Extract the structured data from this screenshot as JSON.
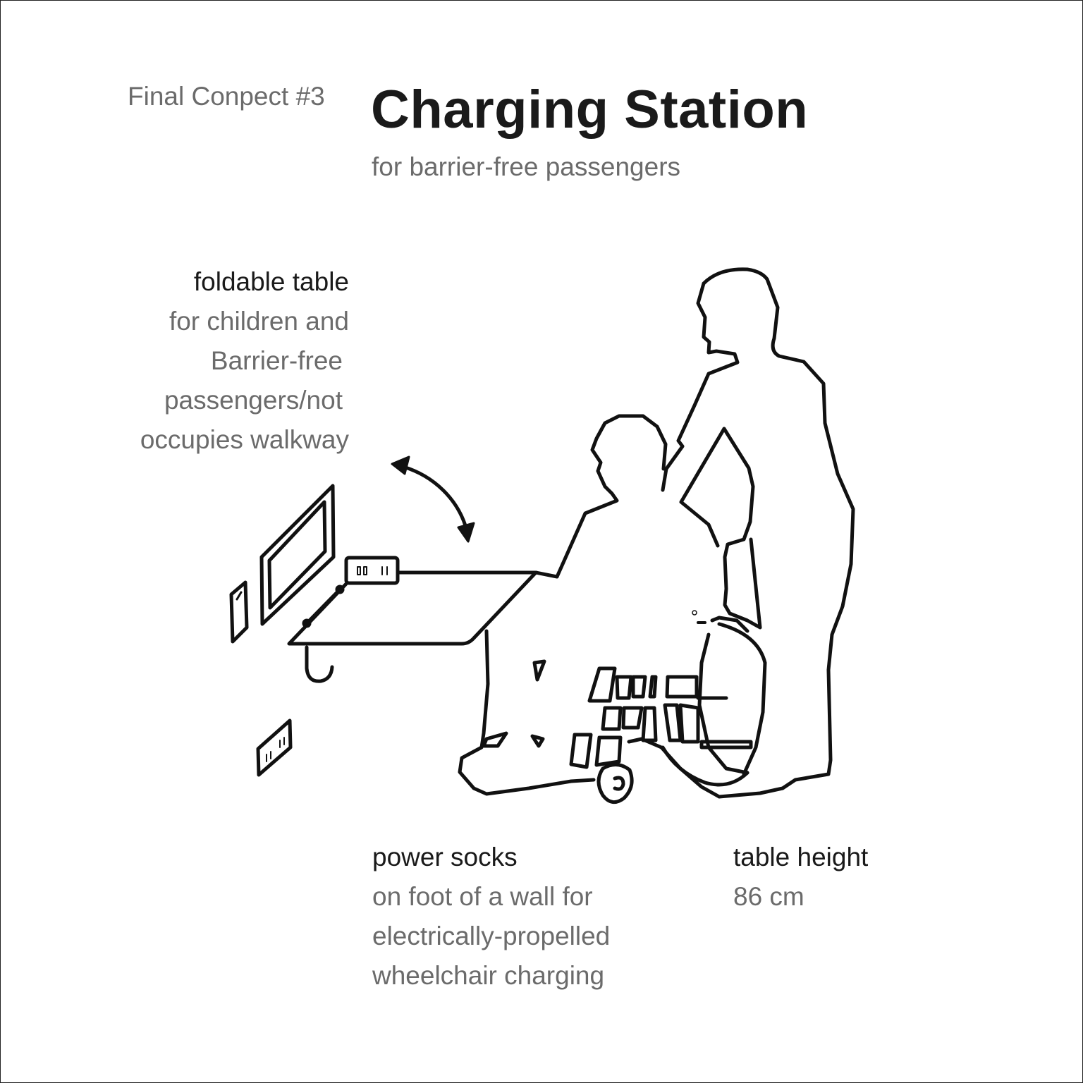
{
  "header": {
    "concept_label": "Final Conpect #3",
    "title": "Charging Station",
    "subtitle": "for barrier-free passengers"
  },
  "annotations": {
    "foldable_table": {
      "heading": "foldable table",
      "lines": [
        "for children and",
        "Barrier-free",
        "passengers/not",
        "occupies walkway"
      ]
    },
    "power_socks": {
      "heading": "power socks",
      "lines": [
        "on foot of a wall for",
        "electrically-propelled",
        "wheelchair charging"
      ]
    },
    "table_height": {
      "heading": "table height",
      "value": "86 cm"
    }
  },
  "illustration": {
    "stroke_color": "#111111",
    "fill_color": "#ffffff",
    "elements": [
      "wall-mounted-screen-icon",
      "phone-holder-icon",
      "usb-charger-icon",
      "foldable-table-icon",
      "table-hook-icon",
      "floor-socket-icon",
      "fold-arrow-icon",
      "wheelchair-user-silhouette",
      "caregiver-silhouette"
    ]
  }
}
